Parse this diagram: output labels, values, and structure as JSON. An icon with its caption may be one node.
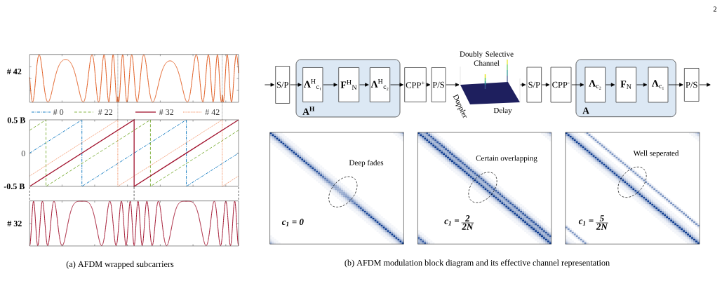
{
  "diagram": {
    "nodes": [
      {
        "text": [
          "S/P"
        ]
      },
      {
        "text": [
          "A$^{H}$"
        ]
      },
      {
        "text": [
          "**Λ**$^{H}$$_{c₁}$"
        ],
        "in": 1
      },
      {
        "text": [
          "**F**$^{H}$$_{N}$"
        ],
        "in": 1
      },
      {
        "text": [
          "**Λ**$^{H}$$_{c₂}$"
        ],
        "in": 1
      },
      {
        "text": [
          "CPP$^{+}$"
        ]
      },
      {
        "text": [
          "P/S"
        ]
      },
      {
        "text": [
          "Doubly Selective Channel"
        ],
        "beside": [
          "Doppler",
          "Delay"
        ]
      },
      {
        "text": [
          "S/P"
        ]
      },
      {
        "text": [
          "CPP$^{-}$"
        ]
      },
      {
        "text": [
          "A"
        ]
      },
      {
        "text": [
          "**Λ**$_{c₂}$"
        ],
        "in": 10
      },
      {
        "text": [
          "**F**$_{N}$"
        ],
        "in": 10
      },
      {
        "text": [
          "**Λ**$_{c₁}$"
        ],
        "in": 10
      },
      {
        "text": [
          "P/S"
        ]
      },
      {
        "text": [
          "Deep fades",
          "c$_{1}$ = 0"
        ]
      },
      {
        "text": [
          "Certain overlapping",
          "c$_{1}$ =",
          "2",
          "2N"
        ]
      },
      {
        "text": [
          "Well seperated",
          "c$_{1}$ =",
          "5",
          "2N"
        ]
      }
    ],
    "edges": [
      {
        "from": null,
        "to": 0,
        "arrow": "to"
      },
      {
        "from": 0,
        "to": 2,
        "arrow": "to"
      },
      {
        "from": 2,
        "to": 3,
        "arrow": "to"
      },
      {
        "from": 3,
        "to": 4,
        "arrow": "to"
      },
      {
        "from": 4,
        "to": 5,
        "arrow": "to"
      },
      {
        "from": 5,
        "to": 6,
        "arrow": "to"
      },
      {
        "from": 6,
        "to": 7,
        "arrow": "to"
      },
      {
        "from": 7,
        "to": 8,
        "arrow": "to"
      },
      {
        "from": 8,
        "to": 9,
        "arrow": "to"
      },
      {
        "from": 9,
        "to": 11,
        "arrow": "to"
      },
      {
        "from": 11,
        "to": 12,
        "arrow": "to"
      },
      {
        "from": 12,
        "to": 13,
        "arrow": "to"
      },
      {
        "from": 13,
        "to": 14,
        "arrow": "to"
      },
      {
        "from": 14,
        "to": null,
        "arrow": "to"
      }
    ],
    "labels": [
      "2",
      "# 42",
      "0.5 B",
      "0",
      "-0.5 B",
      "# 32",
      "(a) AFDM wrapped subcarriers",
      "(b) AFDM modulation block diagram and its effective channel representation"
    ],
    "legend": [
      {
        "text": "# 0"
      },
      {
        "text": "# 22"
      },
      {
        "text": "# 32"
      },
      {
        "text": "# 42"
      }
    ]
  }
}
